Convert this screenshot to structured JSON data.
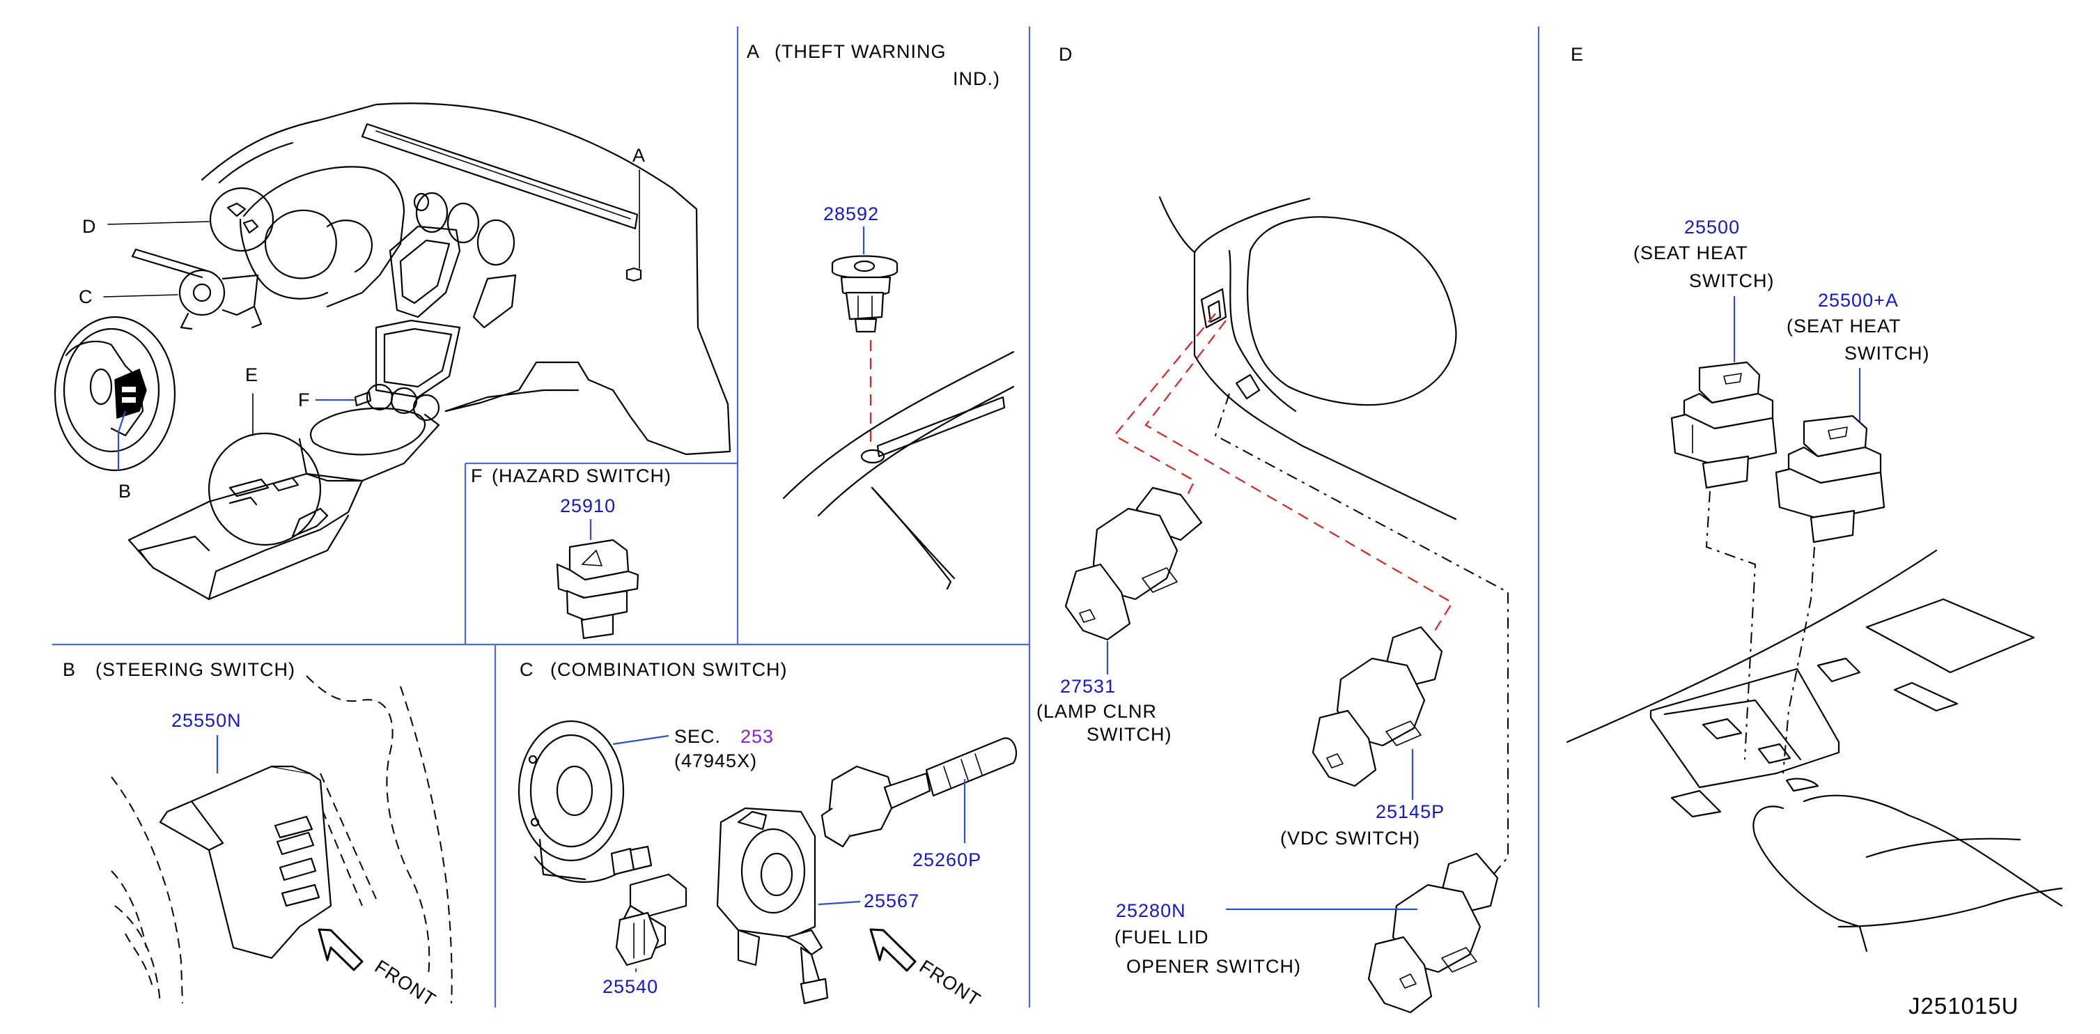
{
  "diagram_code": "J251015U",
  "overview": {
    "callouts": [
      "A",
      "B",
      "C",
      "D",
      "E",
      "F"
    ]
  },
  "sections": {
    "A": {
      "letter": "A",
      "title_line1": "(THEFT   WARNING",
      "title_line2": "IND.)",
      "parts": [
        {
          "number": "28592"
        }
      ]
    },
    "B": {
      "letter": "B",
      "title": "(STEERING   SWITCH)",
      "parts": [
        {
          "number": "25550N"
        }
      ],
      "front_label": "FRONT"
    },
    "C": {
      "letter": "C",
      "title": "(COMBINATION   SWITCH)",
      "sec_prefix": "SEC.",
      "sec_number": "253",
      "sec_ref": "(47945X)",
      "parts": [
        {
          "number": "25260P"
        },
        {
          "number": "25567"
        },
        {
          "number": "25540"
        }
      ],
      "front_label": "FRONT"
    },
    "D": {
      "letter": "D",
      "parts": [
        {
          "number": "27531",
          "desc_line1": "(LAMP   CLNR",
          "desc_line2": "SWITCH)"
        },
        {
          "number": "25145P",
          "desc_line1": "(VDC   SWITCH)"
        },
        {
          "number": "25280N",
          "desc_line1": "(FUEL   LID",
          "desc_line2": "OPENER   SWITCH)"
        }
      ]
    },
    "E": {
      "letter": "E",
      "parts": [
        {
          "number": "25500",
          "desc_line1": "(SEAT   HEAT",
          "desc_line2": "SWITCH)"
        },
        {
          "number": "25500+A",
          "desc_line1": "(SEAT   HEAT",
          "desc_line2": "SWITCH)"
        }
      ]
    },
    "F": {
      "letter": "F",
      "title": "(HAZARD   SWITCH)",
      "parts": [
        {
          "number": "25910"
        }
      ]
    }
  },
  "colors": {
    "part_number": "#1515d6",
    "section_ref": "#8a1fd0",
    "divider": "#4a6ad8",
    "leader": "#2b4fd0",
    "routing_dash": "#e02020",
    "text": "#000000"
  }
}
